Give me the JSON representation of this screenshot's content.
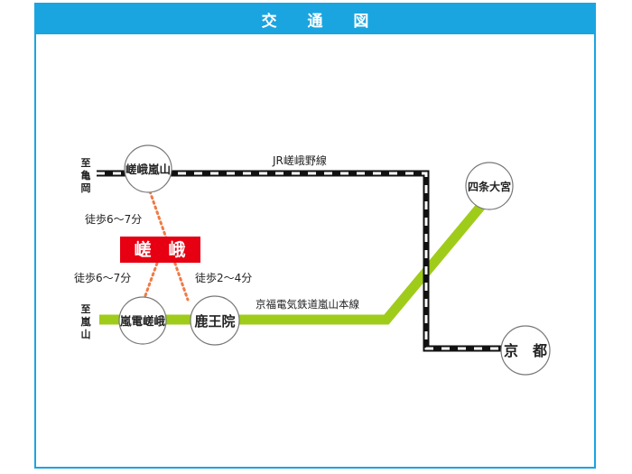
{
  "title": "交 通 図",
  "colors": {
    "frame": "#1aa5e0",
    "randen_line": "#9fcc1a",
    "jr_line": "#111111",
    "walking_route": "#f07a45",
    "destination_badge": "#e60012"
  },
  "destination": "嵯　峨",
  "stations": {
    "saga_arashiyama": "嵯峨嵐山",
    "shijo_omiya": "四条大宮",
    "randen_saga": "嵐電嵯峨",
    "rokuoin": "鹿王院",
    "kyoto": "京　都"
  },
  "lines": {
    "jr": "JR嵯峨野線",
    "keifuku": "京福電気鉄道嵐山本線"
  },
  "directions": {
    "to_kameoka": [
      "至",
      "亀",
      "岡"
    ],
    "to_arashiyama": [
      "至",
      "嵐",
      "山"
    ]
  },
  "walk_times": {
    "from_saga_arashiyama": "徒歩6～7分",
    "from_randen_saga": "徒歩6～7分",
    "from_rokuoin": "徒歩2～4分"
  }
}
